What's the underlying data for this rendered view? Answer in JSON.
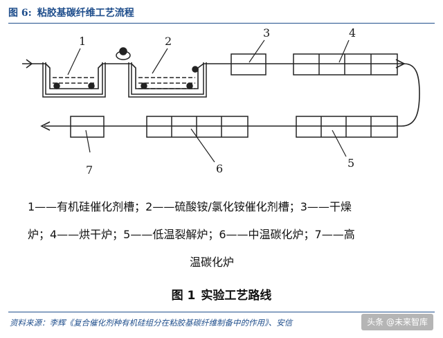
{
  "header": {
    "fig_label": "图 6:",
    "title": "粘胶基碳纤维工艺流程"
  },
  "diagram": {
    "labels": [
      "1",
      "2",
      "3",
      "4",
      "5",
      "6",
      "7"
    ]
  },
  "legend": {
    "line1": "1——有机硅催化剂槽；2——硫酸铵/氯化铵催化剂槽；3——干燥",
    "line2": "炉；4——烘干炉；5——低温裂解炉；6——中温碳化炉；7——高",
    "line3": "温碳化炉"
  },
  "caption": {
    "fig_num": "图 1",
    "title": "实验工艺路线"
  },
  "footer": {
    "source": "资料来源：李辉《复合催化剂种有机硅组分在粘胶基碳纤维制备中的作用》、安信",
    "watermark": "头条 @未来智库"
  },
  "colors": {
    "accent": "#1f4e8c",
    "ink": "#111111"
  }
}
